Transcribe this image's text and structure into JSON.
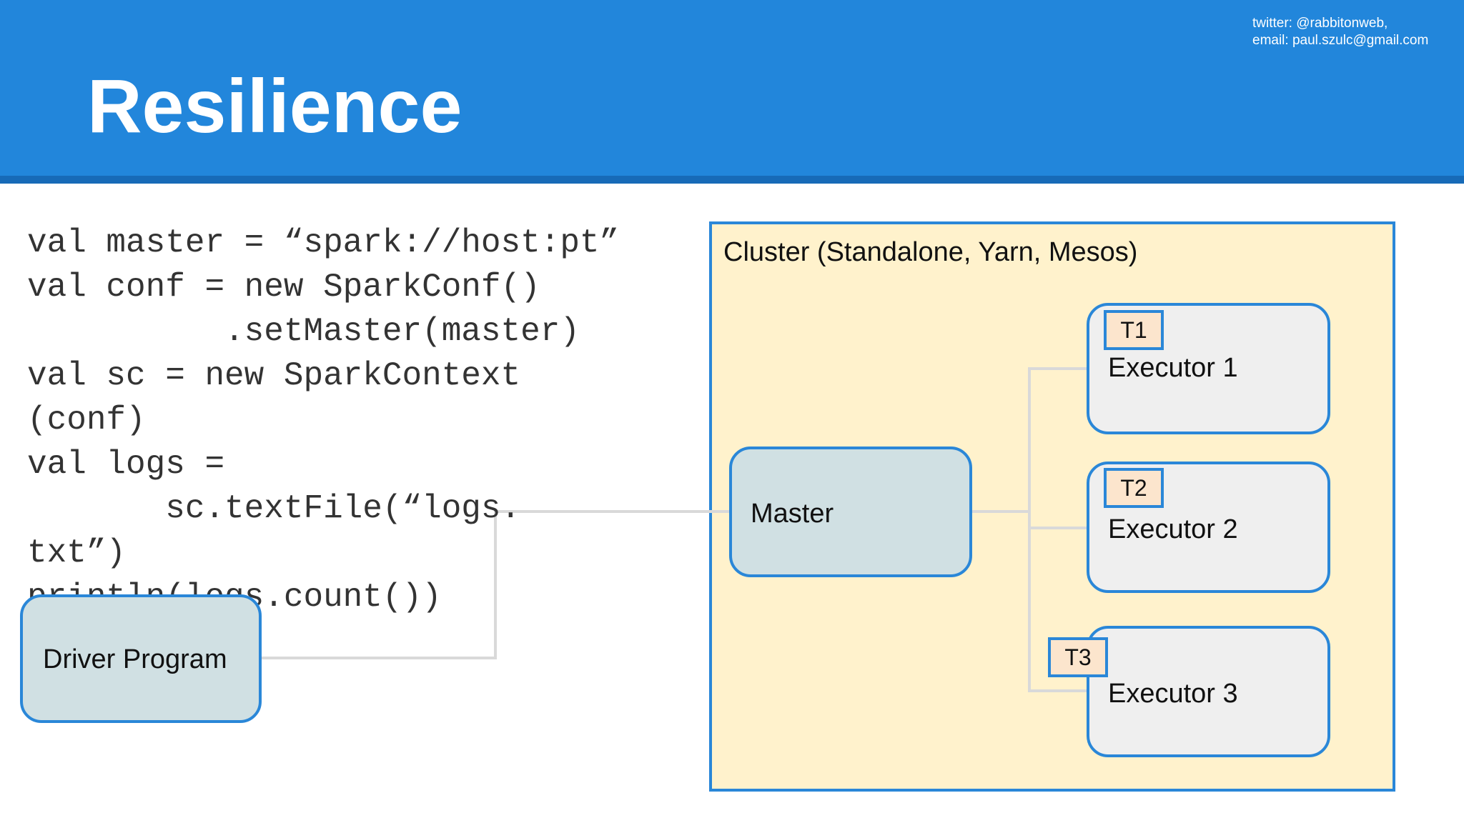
{
  "slide": {
    "title": "Resilience",
    "contact": {
      "twitter": "twitter: @rabbitonweb,",
      "email": "email: paul.szulc@gmail.com"
    }
  },
  "code": {
    "text": "val master = “spark://host:pt”\nval conf = new SparkConf()\n          .setMaster(master)\nval sc = new SparkContext\n(conf)\nval logs =\n       sc.textFile(“logs.\ntxt”)\nprintln(logs.count())"
  },
  "diagram": {
    "cluster_label": "Cluster (Standalone, Yarn, Mesos)",
    "driver_label": "Driver Program",
    "master_label": "Master",
    "executors": [
      {
        "label": "Executor 1",
        "task": "T1"
      },
      {
        "label": "Executor 2",
        "task": "T2"
      },
      {
        "label": "Executor 3",
        "task": "T3"
      }
    ],
    "colors": {
      "header": "#2286db",
      "cluster_fill": "#fff2cc",
      "border": "#2a87d8",
      "driver_master_fill": "#d0e0e3",
      "executor_fill": "#efefef",
      "task_fill": "#fce5cd",
      "connector": "#d9d9d9"
    }
  }
}
